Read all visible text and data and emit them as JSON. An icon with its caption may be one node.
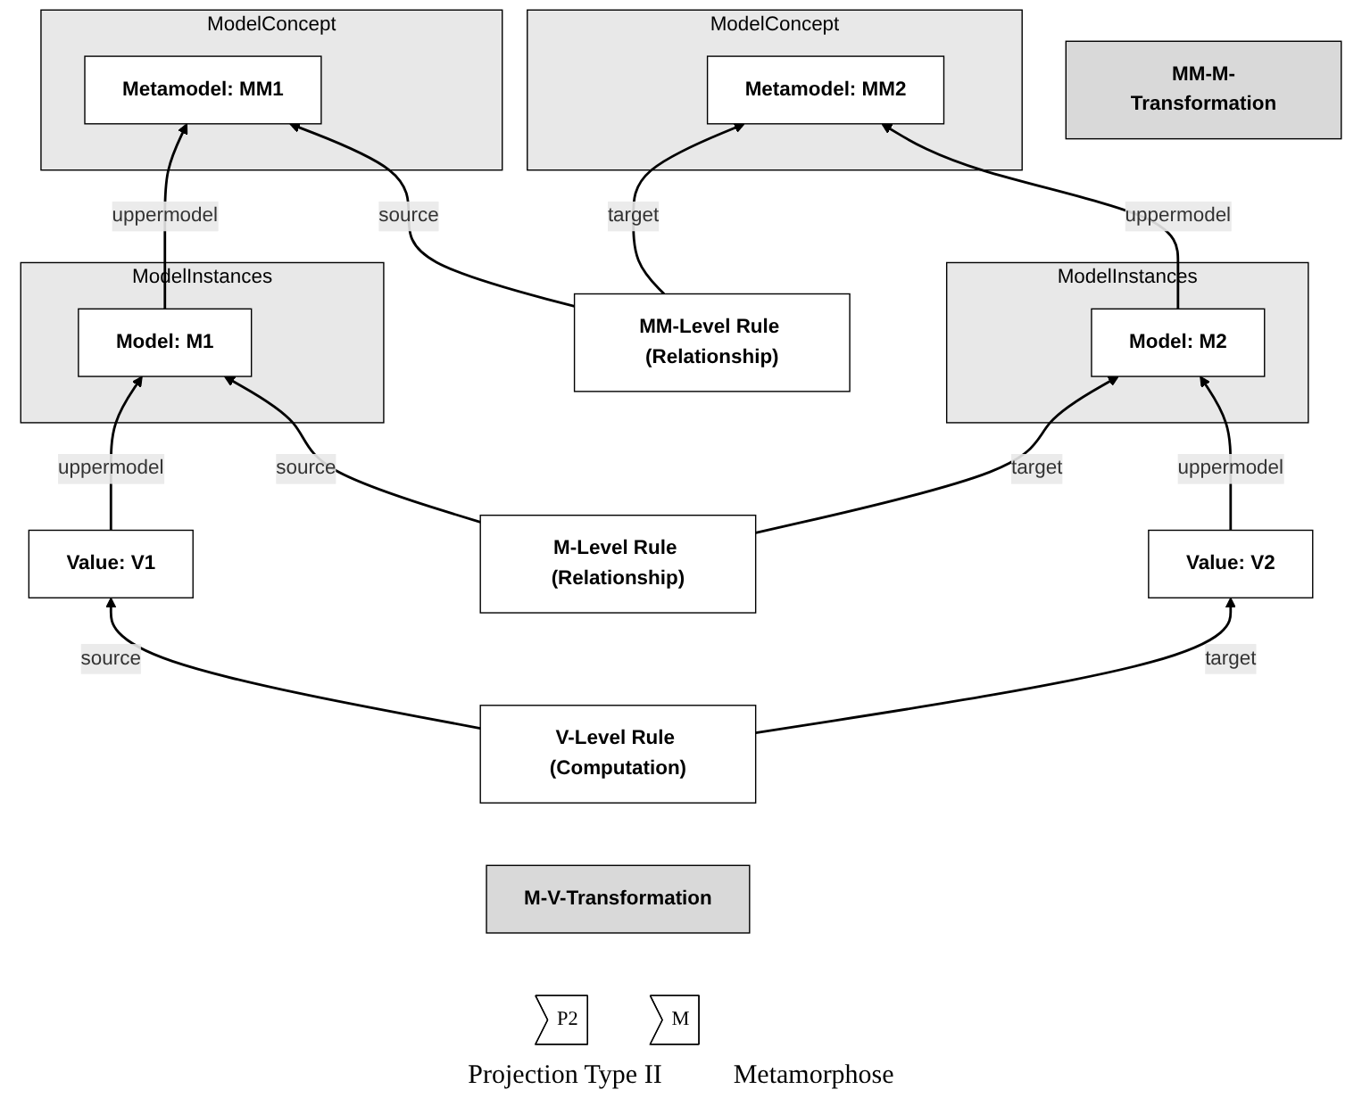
{
  "diagram": {
    "nodes": [
      {
        "text": [
          "ModelConcept"
        ]
      },
      {
        "text": [
          "Metamodel: MM1"
        ],
        "in": 0
      },
      {
        "text": [
          "ModelInstances"
        ]
      },
      {
        "text": [
          "Model: M1"
        ],
        "in": 2
      },
      {
        "text": [
          "Value: V1"
        ]
      },
      {
        "text": [
          "MM-M-Transformation"
        ]
      },
      {
        "text": [
          "MM-Level Rule (Relationship)"
        ]
      },
      {
        "text": [
          "M-Level Rule (Relationship)"
        ]
      },
      {
        "text": [
          "V-Level Rule (Computation)"
        ]
      },
      {
        "text": [
          "M-V-Transformation"
        ]
      },
      {
        "text": [
          "ModelConcept"
        ]
      },
      {
        "text": [
          "Metamodel: MM2"
        ],
        "in": 10
      },
      {
        "text": [
          "ModelInstances"
        ]
      },
      {
        "text": [
          "Model: M2"
        ],
        "in": 12
      },
      {
        "text": [
          "Value: V2"
        ]
      },
      {
        "text": [
          "P2"
        ]
      },
      {
        "text": [
          "M"
        ]
      }
    ],
    "labels": [
      "Projection Type II",
      "Metamorphose"
    ],
    "edges": [
      {
        "from": 6,
        "to": 1,
        "arrow": "to",
        "label": "source"
      },
      {
        "from": 6,
        "to": 11,
        "arrow": "to",
        "label": "target"
      },
      {
        "from": 3,
        "to": 1,
        "arrow": "to",
        "label": "uppermodel"
      },
      {
        "from": 13,
        "to": 11,
        "arrow": "to",
        "label": "uppermodel"
      },
      {
        "from": 7,
        "to": 3,
        "arrow": "to",
        "label": "source"
      },
      {
        "from": 7,
        "to": 13,
        "arrow": "to",
        "label": "target"
      },
      {
        "from": 4,
        "to": 3,
        "arrow": "to",
        "label": "uppermodel"
      },
      {
        "from": 14,
        "to": 13,
        "arrow": "to",
        "label": "uppermodel"
      },
      {
        "from": 8,
        "to": 4,
        "arrow": "to",
        "label": "source"
      },
      {
        "from": 8,
        "to": 14,
        "arrow": "to",
        "label": "target"
      }
    ]
  }
}
